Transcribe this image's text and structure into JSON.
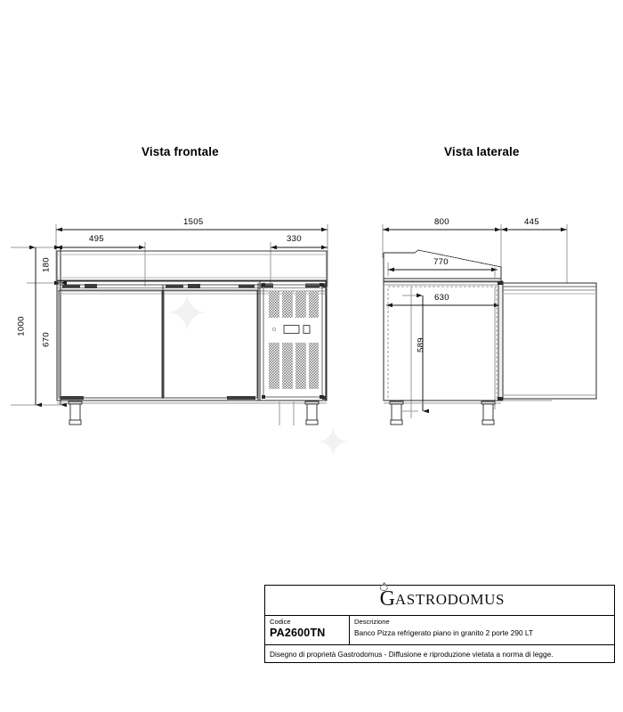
{
  "sheet": {
    "background": "#ffffff",
    "line_color": "#1a1a1a",
    "thin_line_color": "#808080"
  },
  "views": {
    "front": {
      "title": "Vista frontale",
      "dimensions": {
        "overall_width": "1505",
        "left_section_width": "495",
        "right_section_width": "330",
        "overall_height": "1000",
        "top_band_height": "180",
        "body_height": "670"
      },
      "features": {
        "door_count": 2,
        "grille_panel": "ventilation-grille",
        "leg_count": 2,
        "control_panel": {
          "led": "indicator-led",
          "display": "digital-display",
          "button": "control-button"
        }
      }
    },
    "side": {
      "title": "Vista laterale",
      "dimensions": {
        "body_depth": "800",
        "door_open_depth": "445",
        "worktop_depth": "770",
        "interior_depth": "630",
        "interior_height": "589"
      },
      "features": {
        "leg_count": 2,
        "open_door": "door-open-panel"
      }
    }
  },
  "title_block": {
    "logo": {
      "cap": "G",
      "rest": "ASTRODOMUS",
      "mark": "ring-logo-icon"
    },
    "code_label": "Codice",
    "code_value": "PA2600TN",
    "description_label": "Descrizione",
    "description_value": "Banco Pizza refrigerato piano in granito 2 porte 290 LT",
    "footer": "Disegno di proprietà Gastrodomus -  Diffusione e riproduzione vietata a norma di legge."
  }
}
